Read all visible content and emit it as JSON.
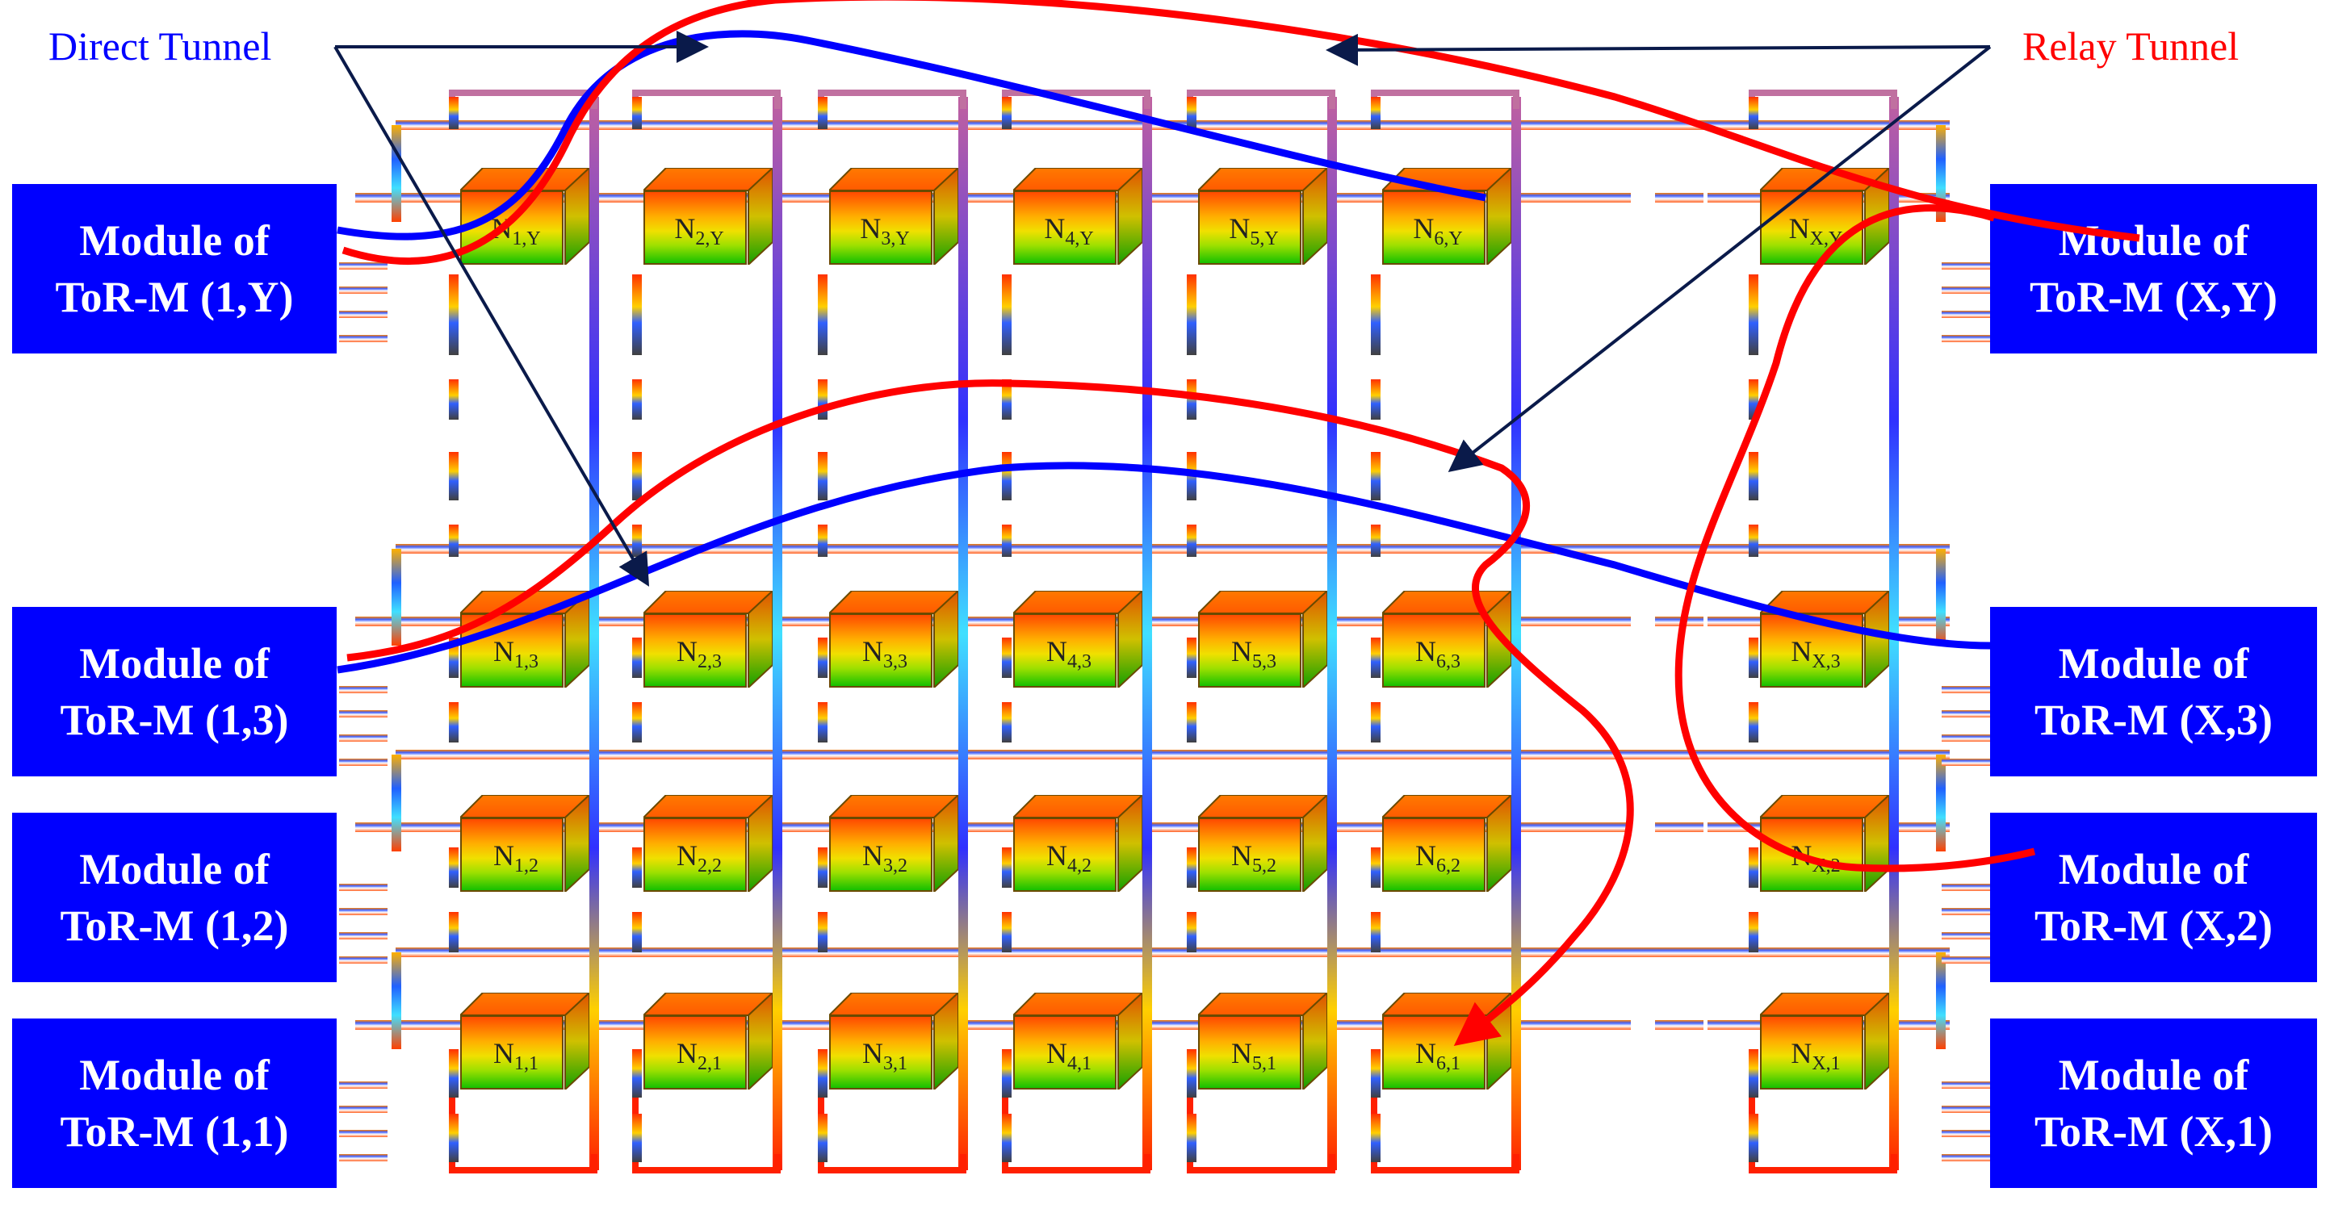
{
  "labels": {
    "direct_tunnel": "Direct Tunnel",
    "relay_tunnel": "Relay Tunnel"
  },
  "modules_left": [
    {
      "line1": "Module of",
      "line2": "ToR-M (1,Y)"
    },
    {
      "line1": "Module of",
      "line2": "ToR-M (1,3)"
    },
    {
      "line1": "Module of",
      "line2": "ToR-M (1,2)"
    },
    {
      "line1": "Module of",
      "line2": "ToR-M (1,1)"
    }
  ],
  "modules_right": [
    {
      "line1": "Module of",
      "line2": "ToR-M (X,Y)"
    },
    {
      "line1": "Module of",
      "line2": "ToR-M (X,3)"
    },
    {
      "line1": "Module of",
      "line2": "ToR-M (X,2)"
    },
    {
      "line1": "Module of",
      "line2": "ToR-M (X,1)"
    }
  ],
  "node_rows": [
    {
      "row_sub": "Y",
      "cols": [
        "1",
        "2",
        "3",
        "4",
        "5",
        "6",
        "X"
      ]
    },
    {
      "row_sub": "3",
      "cols": [
        "1",
        "2",
        "3",
        "4",
        "5",
        "6",
        "X"
      ]
    },
    {
      "row_sub": "2",
      "cols": [
        "1",
        "2",
        "3",
        "4",
        "5",
        "6",
        "X"
      ]
    },
    {
      "row_sub": "1",
      "cols": [
        "1",
        "2",
        "3",
        "4",
        "5",
        "6",
        "X"
      ]
    }
  ],
  "node_letter": "N",
  "colors": {
    "module_fill": "#0000ff",
    "direct_tunnel": "#0000ff",
    "relay_tunnel": "#ff0000",
    "label_arrow": "#0a1a4a"
  }
}
